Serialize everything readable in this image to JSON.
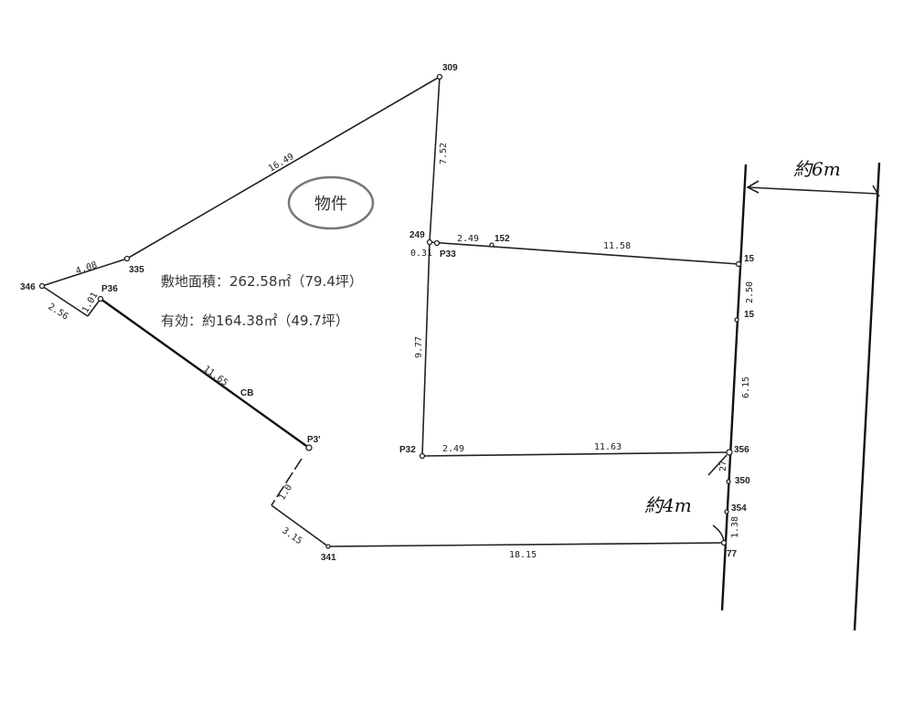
{
  "property_label": "物件",
  "site_area": "敷地面積：262.58㎡（79.4坪）",
  "effective_area": "有効：約164.38㎡（49.7坪）",
  "road_width_top": "約6m",
  "road_width_bottom": "約4m",
  "points": {
    "p309": "309",
    "p346": "346",
    "p335": "335",
    "p36": "P36",
    "p37": "P3'",
    "p341": "341",
    "p249": "249",
    "p33": "P33",
    "p152": "152",
    "p15a": "15",
    "p15b": "15",
    "p32": "P32",
    "p356": "356",
    "p350": "350",
    "p354": "354",
    "p77": "77"
  },
  "dimensions": {
    "d1649": "16.49",
    "d752": "7.52",
    "d408": "4.08",
    "d256": "2.56",
    "d101": "1.01",
    "d1165": "11.65",
    "cb": "CB",
    "d031": "0.31",
    "d249a": "2.49",
    "d1158": "11.58",
    "d250": "2.50",
    "d977": "9.77",
    "d615": "6.15",
    "d249b": "2.49",
    "d1163": "11.63",
    "d27": "27",
    "d138": "1.38",
    "d10": "1.0",
    "d315": "3.15",
    "d1815": "18.15"
  }
}
